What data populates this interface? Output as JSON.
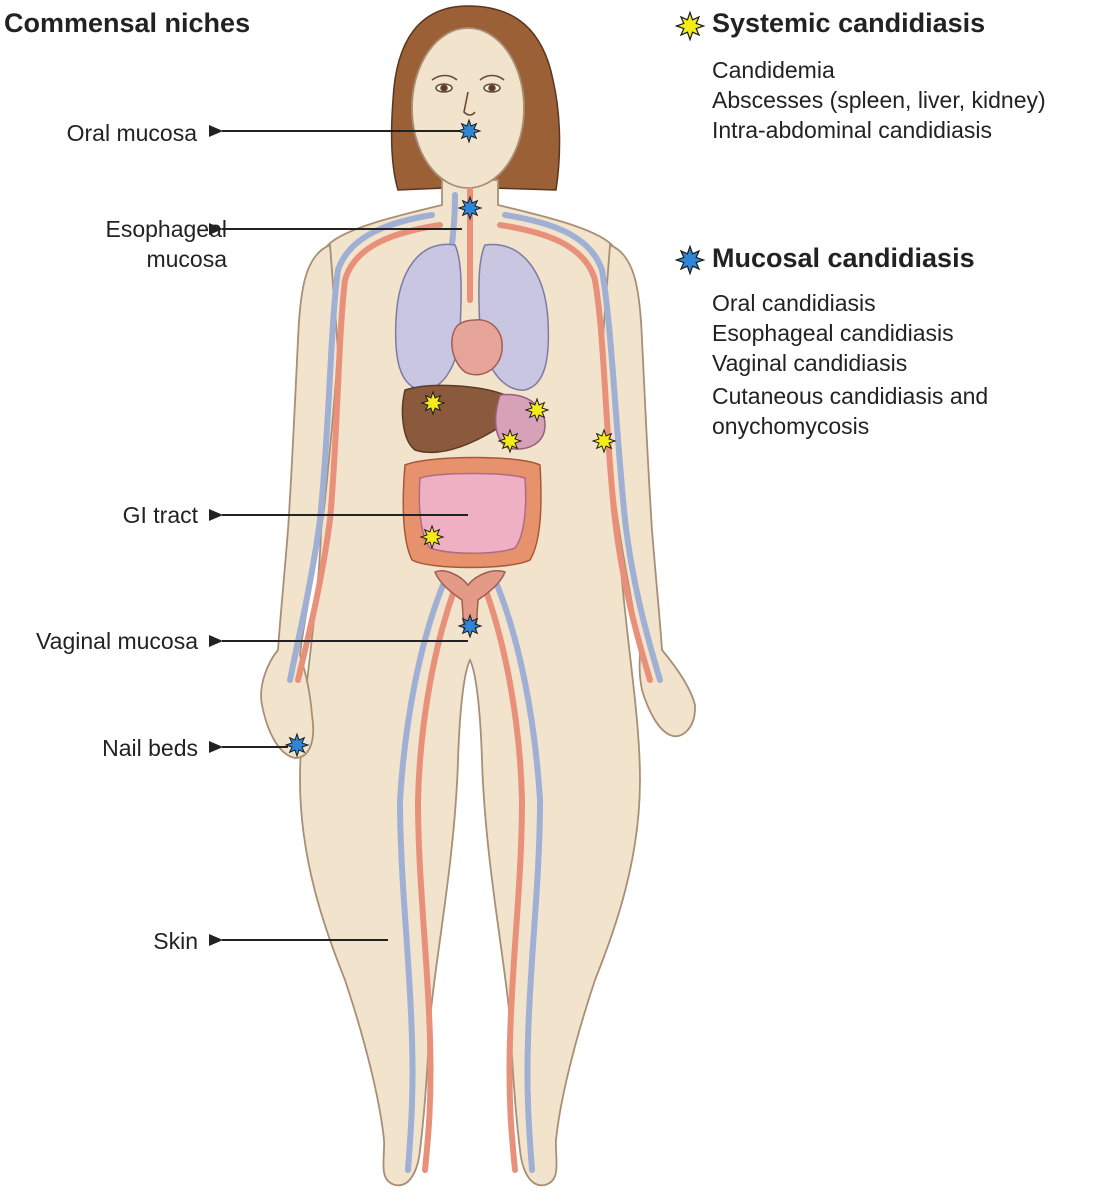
{
  "heading": "Commensal niches",
  "niches": [
    {
      "label": "Oral mucosa",
      "star": "blue"
    },
    {
      "label": "Esophageal\nmucosa",
      "star": "blue"
    },
    {
      "label": "GI tract",
      "star": "none"
    },
    {
      "label": "Vaginal mucosa",
      "star": "blue"
    },
    {
      "label": "Nail beds",
      "star": "blue"
    },
    {
      "label": "Skin",
      "star": "none"
    }
  ],
  "legend": {
    "systemic": {
      "title": "Systemic candidiasis",
      "icon": "yellow-star-icon",
      "items": [
        "Candidemia",
        "Abscesses (spleen, liver, kidney)",
        "Intra-abdominal candidiasis"
      ]
    },
    "mucosal": {
      "title": "Mucosal candidiasis",
      "icon": "blue-star-icon",
      "items": [
        "Oral candidiasis",
        "Esophageal candidiasis",
        "Vaginal candidiasis",
        "Cutaneous candidiasis and",
        "onychomycosis"
      ]
    }
  },
  "colors": {
    "skin": "#f1e3cc",
    "hair": "#9c6037",
    "artery": "#e9907a",
    "vein": "#9fb0d4",
    "lung": "#c9c6e2",
    "intestine": "#efb0c4",
    "colon": "#e7926c",
    "liver": "#8b5a3c",
    "systemic_star": "#f5ea1a",
    "mucosal_star": "#2f86d6"
  }
}
